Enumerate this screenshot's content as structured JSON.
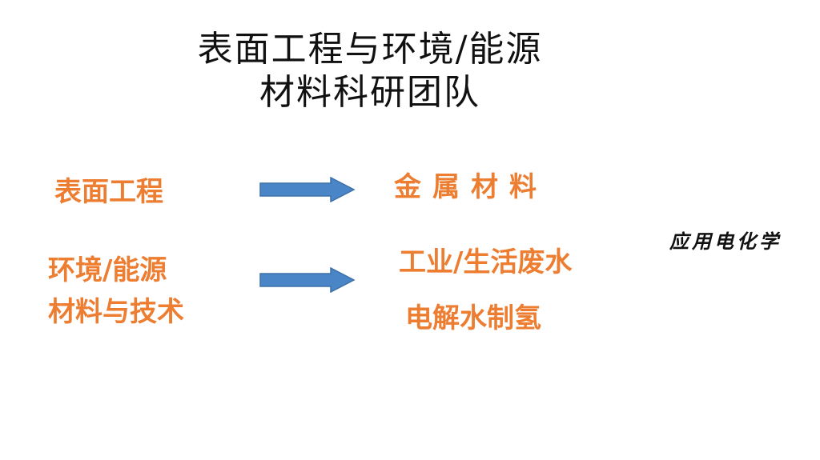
{
  "title": {
    "line1": "表面工程与环境/能源",
    "line2": "材料科研团队"
  },
  "left": {
    "item1": "表面工程",
    "item2_line1": "环境/能源",
    "item2_line2": "材料与技术"
  },
  "right": {
    "item1": "金属材料",
    "item2_line1": "工业/生活废水",
    "item2_line2": "电解水制氢"
  },
  "side_label": "应用电化学",
  "colors": {
    "accent_text": "#ed7d31",
    "arrow_fill": "#4a86c7",
    "arrow_stroke": "#3d70a8"
  }
}
